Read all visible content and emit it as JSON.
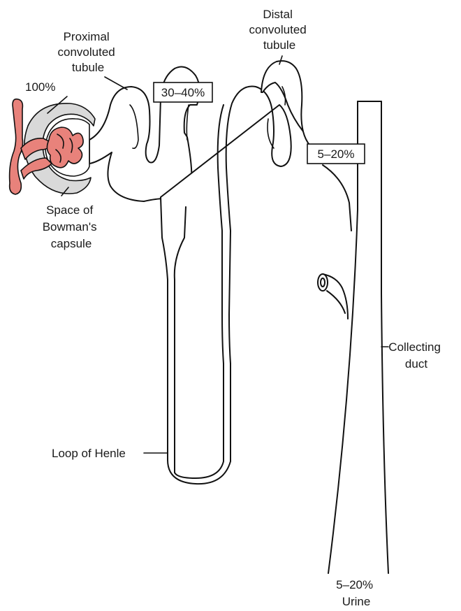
{
  "labels": {
    "proximal": [
      "Proximal",
      "convoluted",
      "tubule"
    ],
    "distal": [
      "Distal",
      "convoluted",
      "tubule"
    ],
    "bowman": [
      "Space of",
      "Bowman's",
      "capsule"
    ],
    "glomerular_percent": "100%",
    "proximal_percent": "30–40%",
    "distal_percent": "5–20%",
    "loop": "Loop of Henle",
    "collecting": [
      "Collecting",
      "duct"
    ],
    "urine": [
      "5–20%",
      "Urine"
    ]
  },
  "colors": {
    "vessel": "#e8827b",
    "capsule_space": "#d9d9d9",
    "outline": "#111111",
    "text": "#1a1a1a"
  }
}
